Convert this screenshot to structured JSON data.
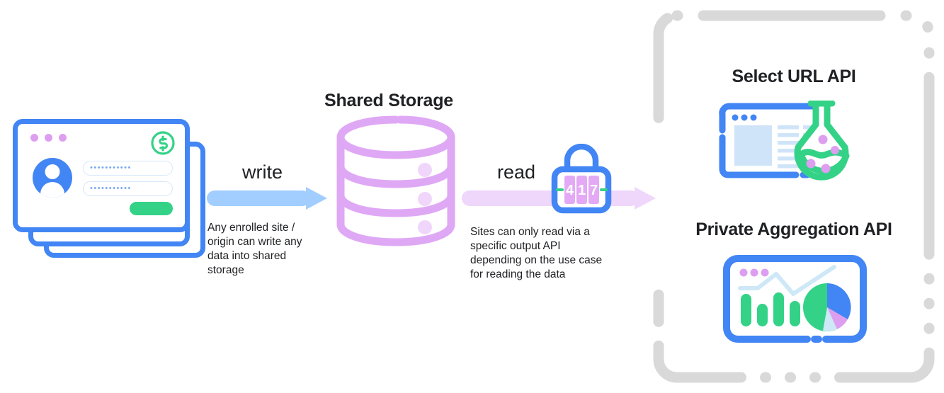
{
  "diagram": {
    "center_title": "Shared Storage",
    "write": {
      "label": "write",
      "caption": "Any enrolled site /\norigin can write any\ndata into shared\nstorage",
      "arrow_color": "#a2ceff"
    },
    "read": {
      "label": "read",
      "caption": "Sites can only read via a\nspecific output API\ndepending on the use case\nfor reading the data",
      "arrow_color": "#efd6fb"
    },
    "lock": {
      "combination": "417",
      "digits": [
        "4",
        "1",
        "7"
      ],
      "body_color": "#4285f4",
      "dial_color": "#e3a9f5"
    },
    "source_cards": {
      "count": 3,
      "dot_color": "#dd9ef0",
      "border_color": "#4285f4",
      "badge_icon": "dollar-coin-icon",
      "badge_color": "#34d287",
      "password_mask": "•••••••••••",
      "submit_color": "#34d287"
    },
    "storage": {
      "color": "#dfa8f5",
      "tiers": 3
    },
    "apis": [
      {
        "title": "Select URL API",
        "icon": "browser-flask-icon"
      },
      {
        "title": "Private Aggregation API",
        "icon": "analytics-dashboard-icon"
      }
    ],
    "panel": {
      "border_style": "dashed",
      "border_color": "#d9d9d9"
    }
  }
}
